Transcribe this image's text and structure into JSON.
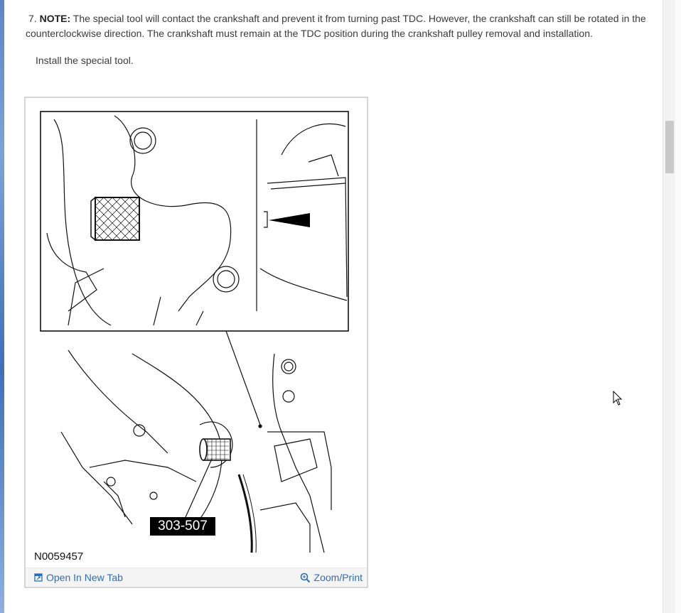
{
  "step": {
    "number": "7.",
    "note_label": "NOTE:",
    "note_text": "The special tool will contact the crankshaft and prevent it from turning past TDC. However, the crankshaft can still be rotated in the counterclockwise direction. The crankshaft must remain at the TDC position during the crankshaft pulley removal and installation.",
    "instruction": "Install the special tool."
  },
  "figure": {
    "id_label": "N0059457",
    "tool_number": "303-507",
    "open_new_tab": "Open In New Tab",
    "zoom_print": "Zoom/Print"
  },
  "icons": {
    "open_tab": "open-new-tab-icon",
    "zoom": "zoom-magnifier-icon",
    "cursor": "mouse-pointer-icon"
  },
  "colors": {
    "link": "#2a6ebb",
    "text": "#3a3a3a",
    "frame_border": "#d6d6d6",
    "toolbar_bg": "#f4f4f4"
  }
}
